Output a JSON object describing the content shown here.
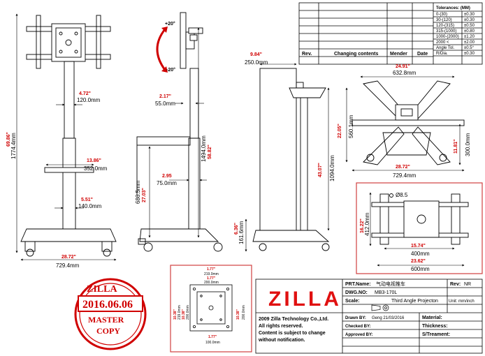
{
  "revision_table": {
    "headers": [
      "Rev.",
      "Changing contents",
      "Mender",
      "Date"
    ],
    "tolerances_title": "Tolerances: (MM)",
    "tolerances": [
      {
        "range": "0-(30)",
        "value": "±0.30"
      },
      {
        "range": "30-(120)",
        "value": "±0.30"
      },
      {
        "range": "120-(315)",
        "value": "±0.50"
      },
      {
        "range": "315-(1000)",
        "value": "±0.80"
      },
      {
        "range": "1000-(2000)",
        "value": "±1.20"
      },
      {
        "range": "2000 <",
        "value": "±2.00"
      },
      {
        "range": "Angle Tol.",
        "value": "±0.5°"
      },
      {
        "range": "R/Dia.",
        "value": "±0.30"
      }
    ]
  },
  "front_view": {
    "height_in": "69.86\"",
    "height_mm": "1774.4mm",
    "pole_in": "4.72\"",
    "pole_mm": "120.0mm",
    "shelf_in": "13.86\"",
    "shelf_mm": "352.0mm",
    "base_pole_in": "5.51\"",
    "base_pole_mm": "140.0mm",
    "width_in": "28.72\"",
    "width_mm": "729.4mm"
  },
  "side_view": {
    "tilt_up": "+20°",
    "tilt_down": "-20°",
    "offset_in": "2.17\"",
    "offset_mm": "55.0mm",
    "height_in": "58.82\"",
    "height_mm": "1494.0mm",
    "gap_in": "2.95",
    "gap_mm": "75.0mm",
    "shelf_h_in": "27.03\"",
    "shelf_h_mm": "686.5mm",
    "base_in": "6.36\"",
    "base_mm": "161.6mm"
  },
  "rear_view": {
    "width_in": "9.84\"",
    "width_mm": "250.0mm",
    "height_in": "43.07\"",
    "height_mm": "1094.0mm"
  },
  "top_view": {
    "width_in": "24.91\"",
    "width_mm": "632.8mm",
    "depth_in": "22.05\"",
    "depth_mm": "560.1mm",
    "right_in": "11.81\"",
    "right_mm": "300.0mm",
    "base_in": "28.72\"",
    "base_mm": "729.4mm"
  },
  "mount_plate": {
    "hole": "Ø8.5",
    "height_in": "16.22\"",
    "height_mm": "412.0mm",
    "inner_in": "15.74\"",
    "inner_mm": "400mm",
    "outer_in": "23.62\"",
    "outer_mm": "600mm"
  },
  "bracket_detail": {
    "top_in": "1.77\"",
    "top1_mm": "219.0mm",
    "mid_in": "1.77\"",
    "mid_mm": "200.0mm",
    "left_in": "10.38\"",
    "left_mm": "219.0mm",
    "left2_in": "10.38\"",
    "left2_mm": "200.0mm",
    "right_in": "10.38\"",
    "right_mm": "200.0mm",
    "bottom_in": "1.77\"",
    "bottom_mm": "100.0mm"
  },
  "stamp": {
    "top": "ZILLA",
    "date": "2016.06.06",
    "line1": "MASTER",
    "line2": "COPY"
  },
  "title_block": {
    "logo": "ZILLA",
    "company": "2009 Zilla Technology Co.,Ltd.",
    "rights": "All rights reserved.",
    "notice1": "Content is subject to change",
    "notice2": "without notification.",
    "part_name_label": "PRT.Name:",
    "part_name": "气动电视推车",
    "rev_label": "Rev:",
    "rev": "NR",
    "dwg_label": "DWG.NO:",
    "dwg": "MB3-170L",
    "scale_label": "Scale:",
    "projection": "Third Angle Projecton",
    "unit": "Unit: mm/inch",
    "drawn_label": "Drawn BY:",
    "drawn": "Geng  21/03/2016",
    "material_label": "Material:",
    "checked_label": "Checked BY:",
    "thickness_label": "Thickness:",
    "approved_label": "Approved BY:",
    "treatment_label": "S/Treament:"
  }
}
